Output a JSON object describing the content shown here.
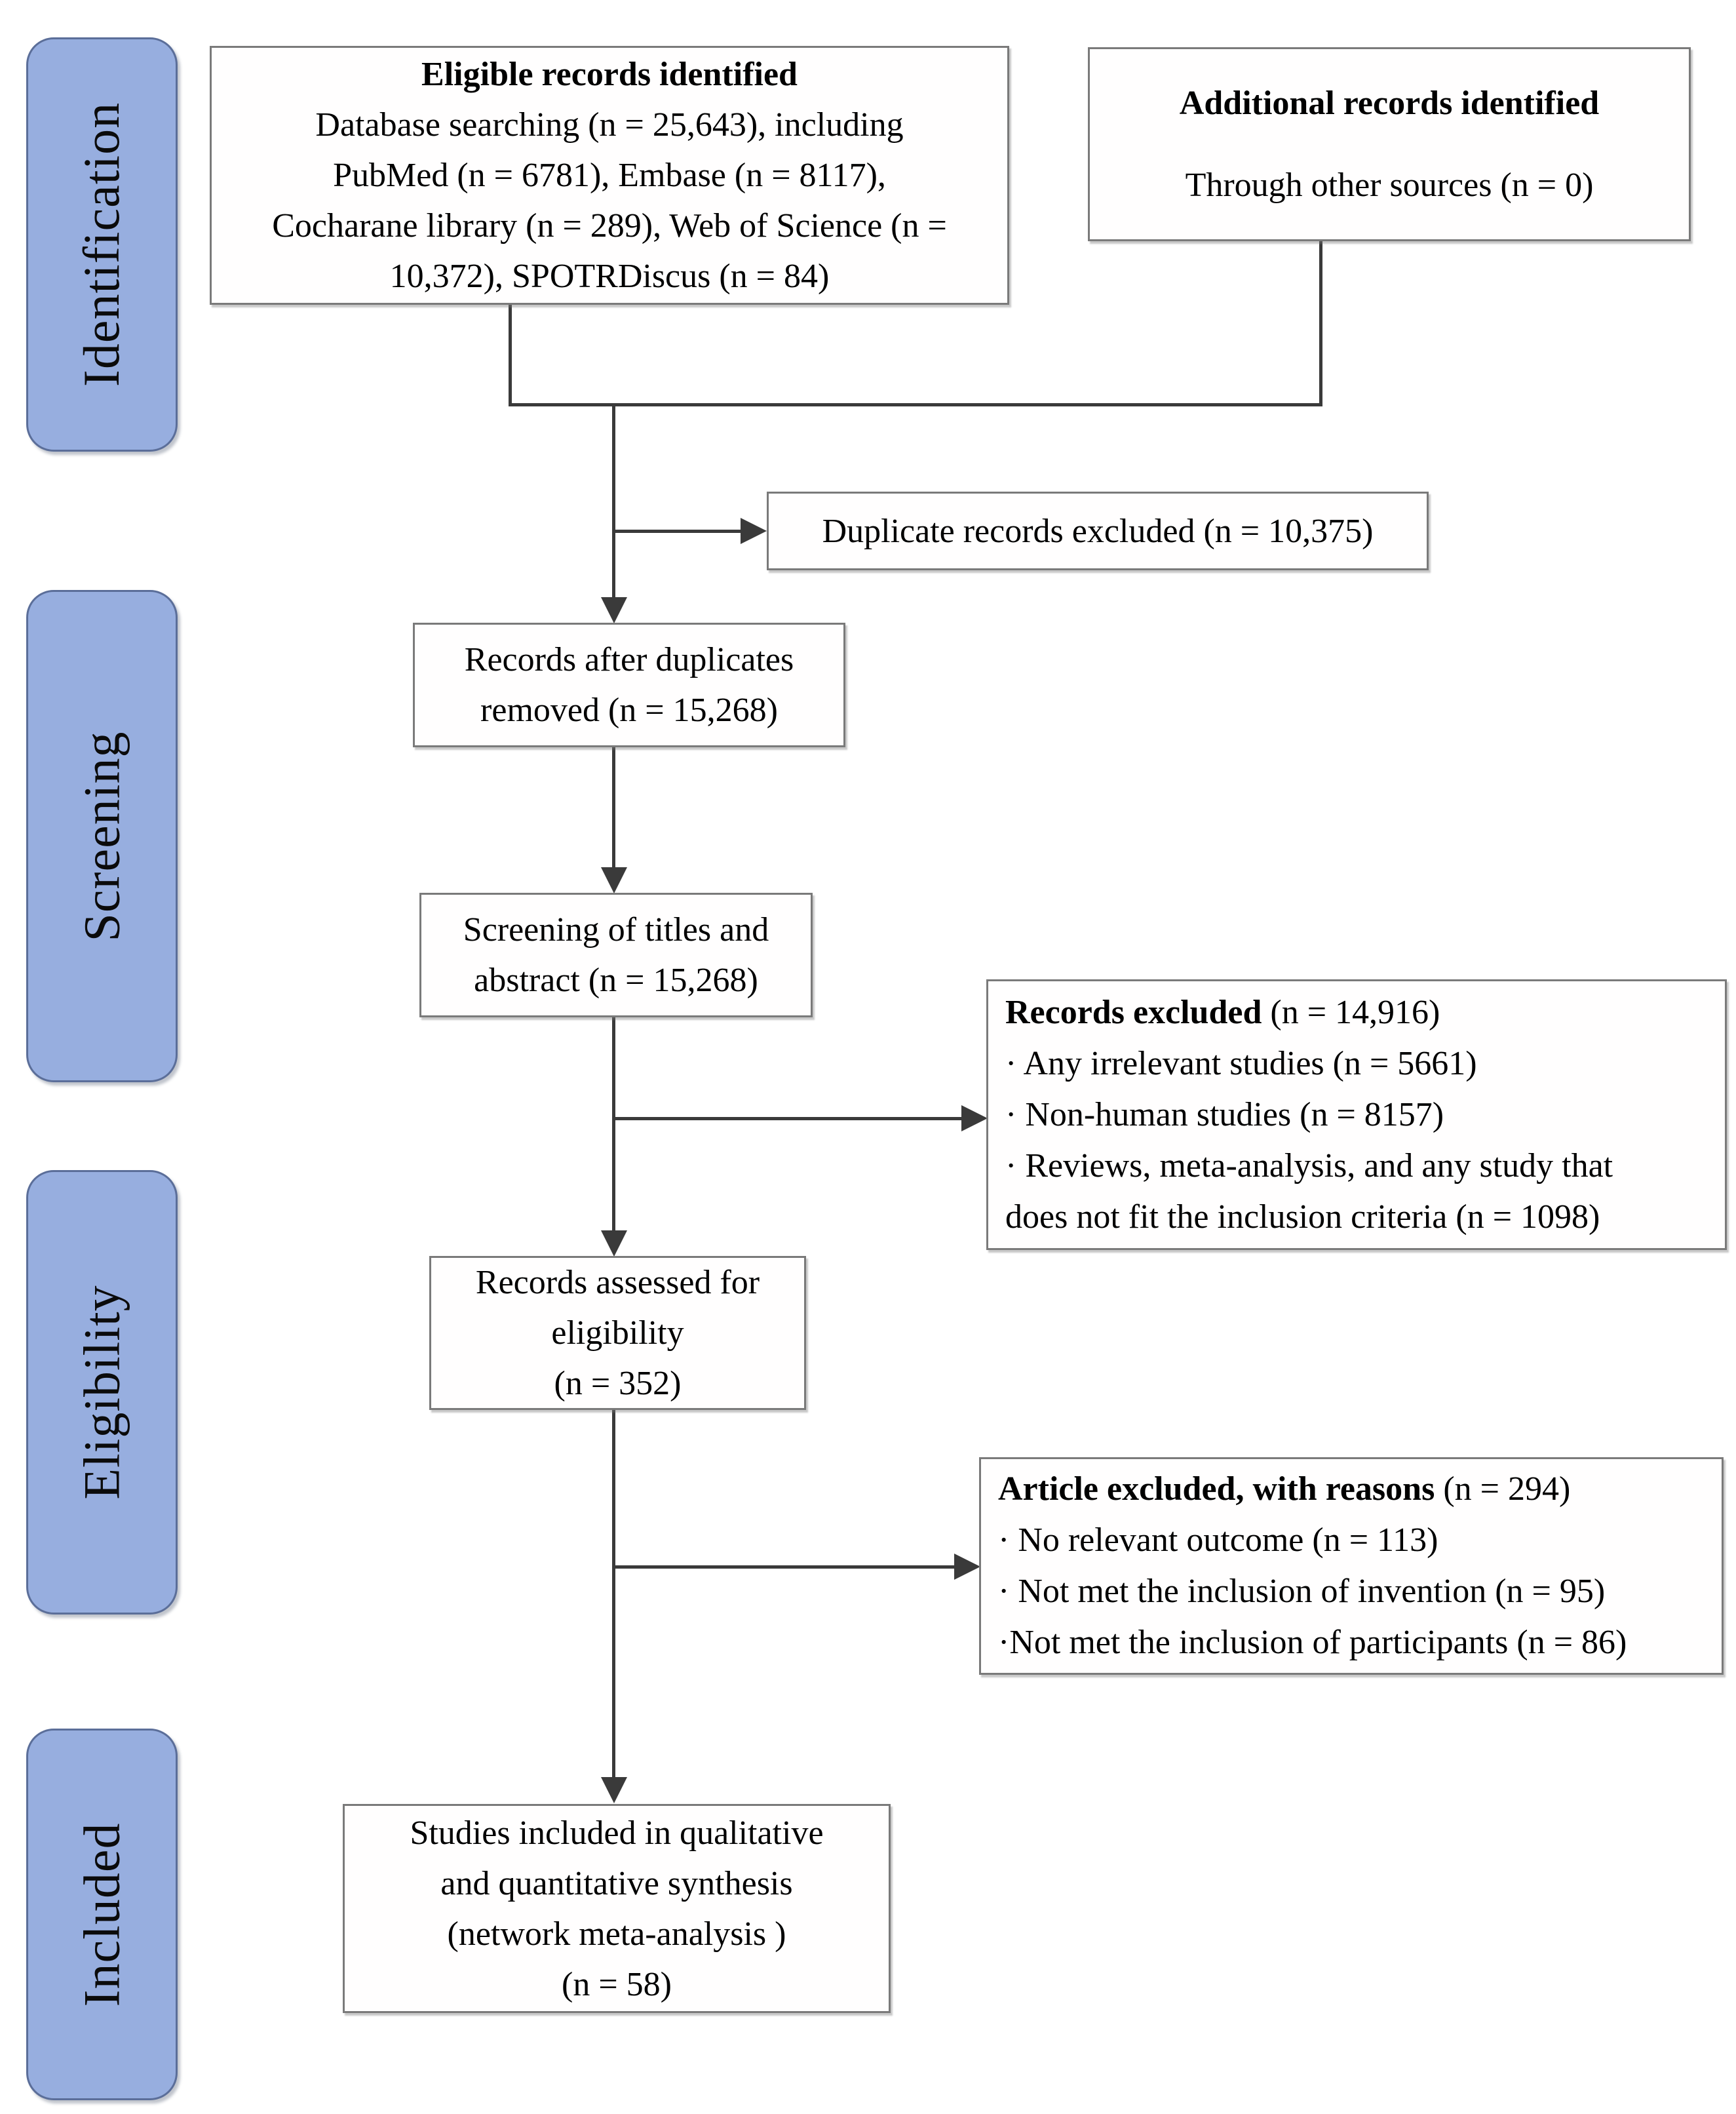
{
  "sidebar": {
    "stages": [
      "Identification",
      "Screening",
      "Eligibility",
      "Included"
    ]
  },
  "colors": {
    "stage_fill": "#97AEDF",
    "stage_border": "#5B6E99",
    "box_border": "#7A7A7A",
    "arrow": "#3A3A3A",
    "text": "#000000"
  },
  "boxes": {
    "eligible": {
      "title": "Eligible records identified",
      "lines": [
        "Database searching (n = 25,643), including",
        "PubMed (n = 6781), Embase (n = 8117),",
        "Cocharane library (n = 289), Web of Science (n =",
        "10,372), SPOTRDiscus (n = 84)"
      ]
    },
    "additional": {
      "title": "Additional records identified",
      "line": "Through other sources (n = 0)"
    },
    "duplicates_excluded": {
      "line": "Duplicate records excluded (n = 10,375)"
    },
    "after_duplicates": {
      "lines": [
        "Records after duplicates",
        "removed (n = 15,268)"
      ]
    },
    "screening_titles": {
      "lines": [
        "Screening of titles and",
        "abstract (n = 15,268)"
      ]
    },
    "records_excluded": {
      "title_bold": "Records excluded",
      "title_rest": " (n = 14,916)",
      "bullets": [
        "· Any irrelevant studies (n = 5661)",
        "· Non-human studies (n = 8157)",
        "· Reviews, meta-analysis, and any study that",
        "does not fit the inclusion criteria (n = 1098)"
      ]
    },
    "assessed": {
      "lines": [
        "Records assessed for",
        "eligibility",
        "(n = 352)"
      ]
    },
    "article_excluded": {
      "title_bold": "Article excluded, with reasons",
      "title_rest": " (n = 294)",
      "bullets": [
        "· No relevant outcome (n = 113)",
        "· Not met the inclusion of invention (n = 95)",
        "·Not met the inclusion of participants (n = 86)"
      ]
    },
    "included_studies": {
      "lines": [
        "Studies included in qualitative",
        "and quantitative synthesis",
        "(network meta-analysis )",
        "(n = 58)"
      ]
    }
  }
}
